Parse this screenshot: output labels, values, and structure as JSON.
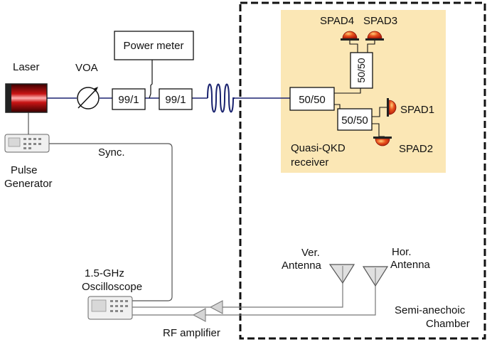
{
  "diagram": {
    "laser_label": "Laser",
    "voa_label": "VOA",
    "power_meter_label": "Power meter",
    "splitter_99_1_a": "99/1",
    "splitter_99_1_b": "99/1",
    "sync_label": "Sync.",
    "pulse_generator_line1": "Pulse",
    "pulse_generator_line2": "Generator",
    "oscilloscope_line1": "1.5-GHz",
    "oscilloscope_line2": "Oscilloscope",
    "rf_amplifier_label": "RF amplifier",
    "splitter_50_50_main": "50/50",
    "splitter_50_50_lower": "50/50",
    "splitter_50_50_upper": "50/50",
    "spad1": "SPAD1",
    "spad2": "SPAD2",
    "spad3": "SPAD3",
    "spad4": "SPAD4",
    "receiver_line1": "Quasi-QKD",
    "receiver_line2": "receiver",
    "ver_antenna_line1": "Ver.",
    "ver_antenna_line2": "Antenna",
    "hor_antenna_line1": "Hor.",
    "hor_antenna_line2": "Antenna",
    "chamber_line1": "Semi-anechoic",
    "chamber_line2": "Chamber"
  },
  "colors": {
    "receiver_background": "#FBE7B5",
    "fiber": "#1B2470",
    "spad": "#D92B18",
    "laser": "#D81E1E"
  }
}
